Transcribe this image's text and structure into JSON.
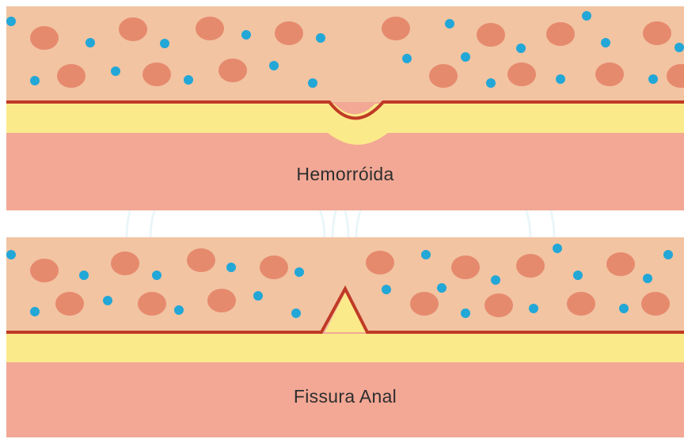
{
  "colors": {
    "tissue": "#F2C4A2",
    "cell": "#E68A6E",
    "dot": "#22A7D7",
    "line": "#C03A26",
    "fat": "#FBEA8A",
    "muscle": "#F2A895",
    "background_swirl": "#EAF6F8"
  },
  "panels": [
    {
      "label": "Hemorróida",
      "lesion": "bulge"
    },
    {
      "label": "Fissura Anal",
      "lesion": "fissure"
    }
  ]
}
